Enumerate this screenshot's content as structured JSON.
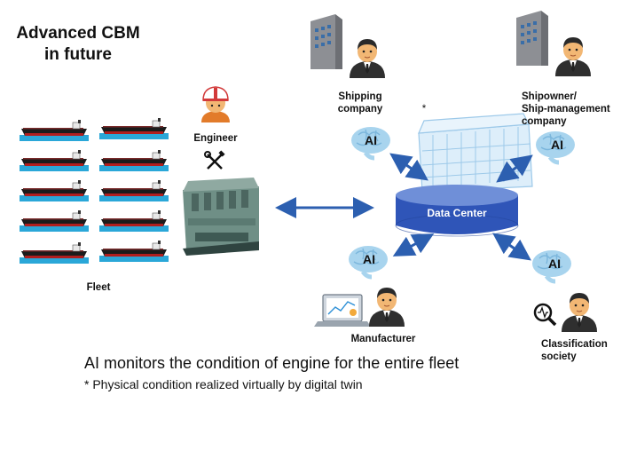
{
  "title_line1": "Advanced CBM",
  "title_line2": "in future",
  "fleet_label": "Fleet",
  "engineer_label": "Engineer",
  "shipping_company_line1": "Shipping",
  "shipping_company_line2": "company",
  "shipowner_line1": "Shipowner/",
  "shipowner_line2": "Ship-management",
  "shipowner_line3": "company",
  "data_center_label": "Data Center",
  "ai_label": "AI",
  "digital_twin_marker": "*",
  "manufacturer_label": "Manufacturer",
  "classification_line1": "Classification",
  "classification_line2": "society",
  "footer_main": "AI monitors the condition of engine for the entire fleet",
  "footer_note": "* Physical condition realized virtually by digital twin",
  "colors": {
    "sea": "#2aa7d8",
    "hull": "#1b1b1b",
    "hull_red": "#b01e1e",
    "brain": "#a8d4ee",
    "arrow": "#2c5fb0",
    "data_center_top": "#6f8fd8",
    "data_center_body": "#2f55b8",
    "engine": "#6f8f86",
    "building": "#8d8f94",
    "person_suit": "#2f2f2f",
    "person_face": "#f2b774",
    "helmet": "#d23a3a"
  },
  "icons": [
    "ship-icon",
    "engine-icon",
    "tools-icon",
    "helmet-person-icon",
    "building-icon",
    "person-icon",
    "brain-icon",
    "database-icon",
    "laptop-icon",
    "magnifier-icon"
  ]
}
